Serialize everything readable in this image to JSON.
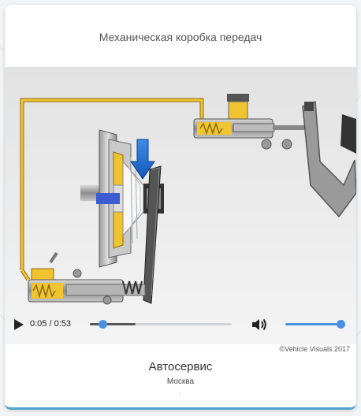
{
  "card": {
    "title": "Механическая коробка передач"
  },
  "player": {
    "play_icon": "play-icon",
    "current_time": "0:05",
    "duration": "0:53",
    "time_separator": " / ",
    "progress_fraction": 0.09,
    "buffered_fraction": 0.32,
    "volume_icon": "volume-icon",
    "volume_fraction": 1.0,
    "accent_color": "#4a90e2"
  },
  "video": {
    "copyright": "©Vehicle Visuals 2017"
  },
  "service": {
    "name": "Автосервис",
    "city": "Москва",
    "extra": "."
  }
}
